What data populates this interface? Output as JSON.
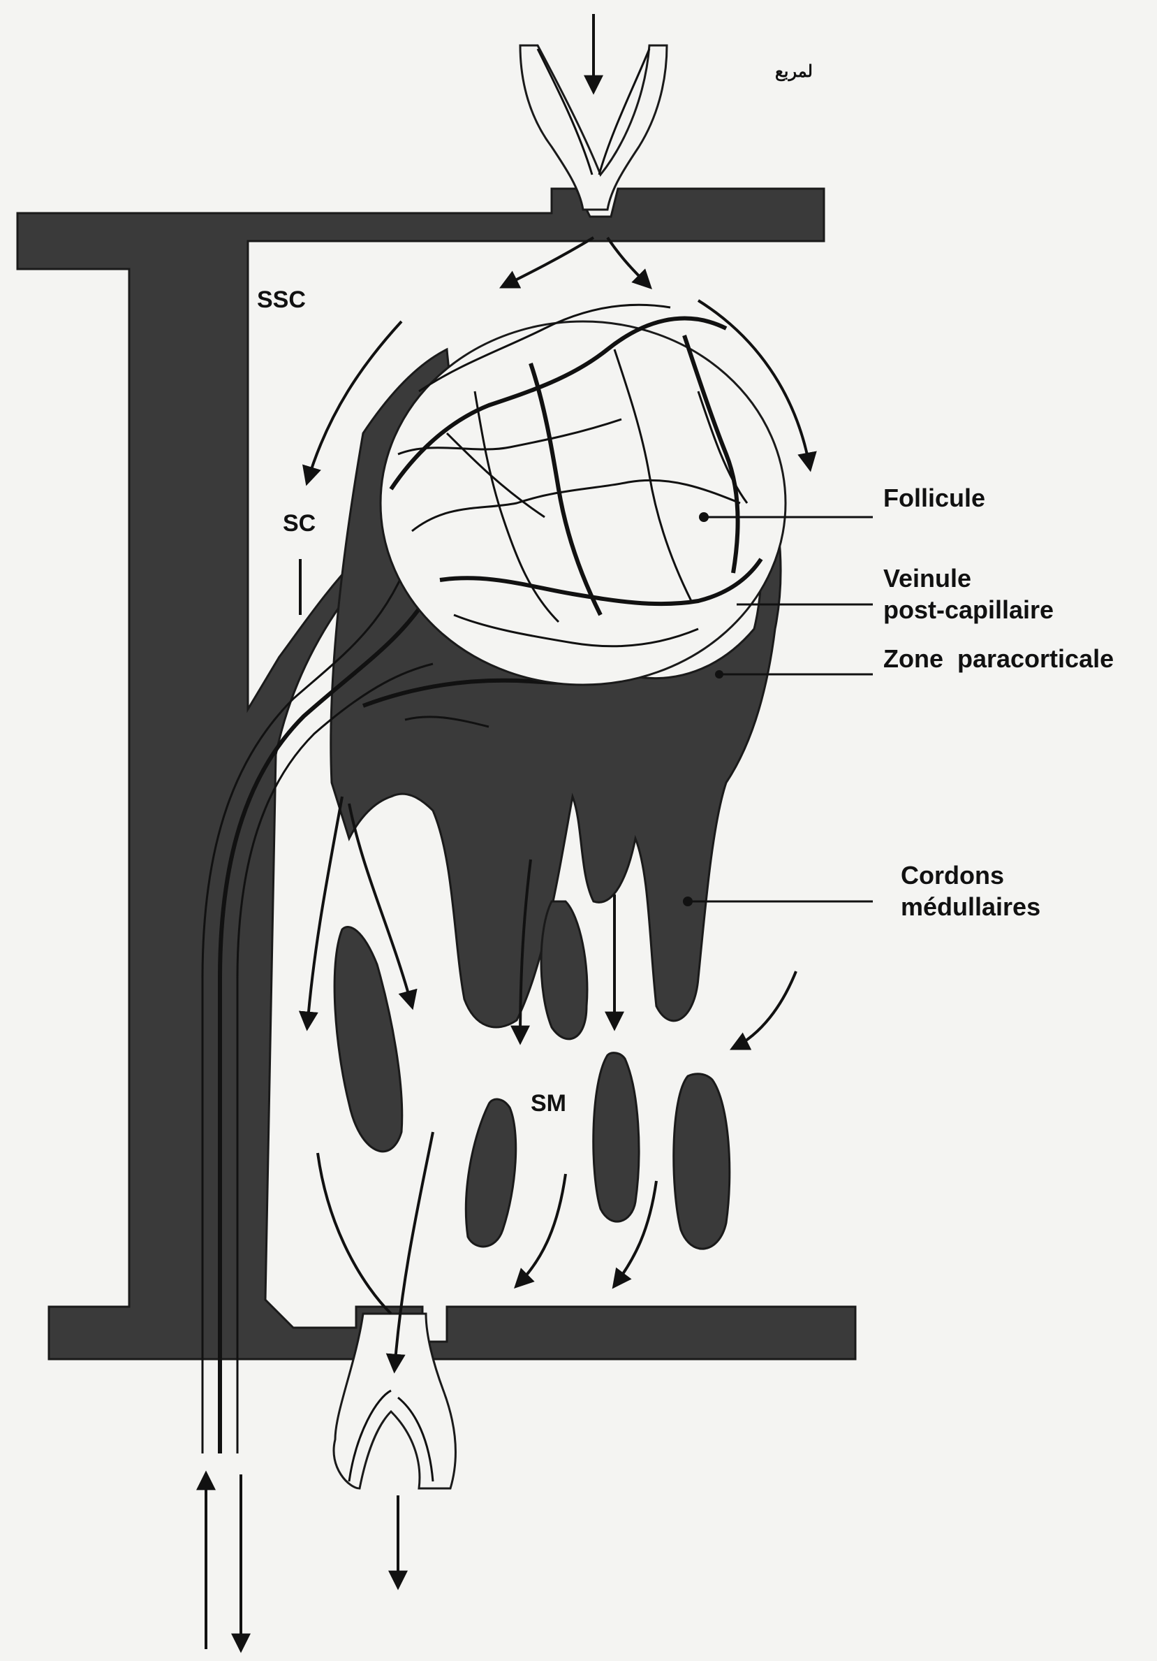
{
  "diagram": {
    "annotation": "ﻟﻤﺮﺑﻊ",
    "labels": {
      "ssc": "SSC",
      "sc": "SC",
      "sm": "SM",
      "follicule": "Follicule",
      "veinule_line1": "Veinule",
      "veinule_line2": "post-capillaire",
      "zone_paracorticale": "Zone  paracorticale",
      "cordons_line1": "Cordons",
      "cordons_line2": "médullaires"
    }
  }
}
